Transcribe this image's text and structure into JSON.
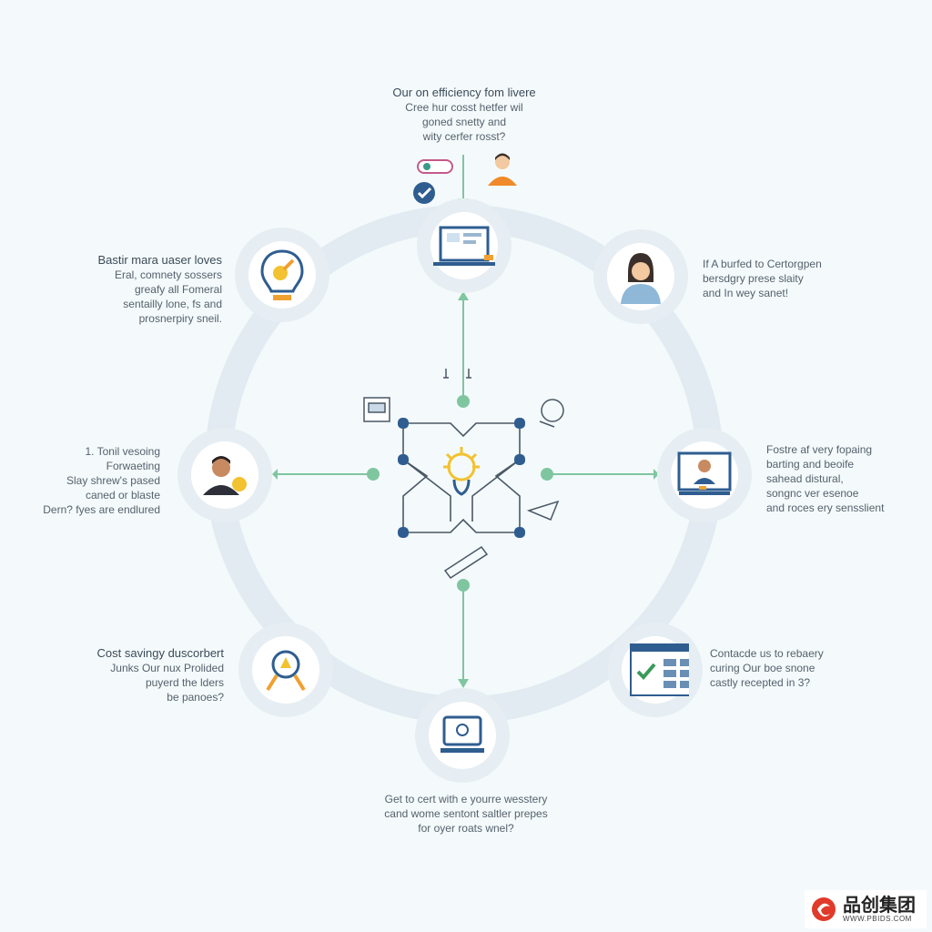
{
  "top": {
    "heading": "Our on efficiency fom livere",
    "lines": [
      "Cree hur cosst hetfer wil",
      "goned snetty and",
      "wity cerfer rosst?"
    ]
  },
  "upper_left": {
    "heading": "Bastir mara uaser loves",
    "lines": [
      "Eral, comnety sossers",
      "greafy all Fomeral",
      "sentailly lone, fs and",
      "prosnerpiry sneil."
    ]
  },
  "upper_right": {
    "lines": [
      "If A burfed to Certorgpen",
      "bersdgry prese slaity",
      "and In wey sanet!"
    ]
  },
  "left": {
    "lines": [
      "1. Tonil vesoing",
      "Forwaeting",
      "Slay shrew's pased",
      "caned or blaste",
      "Dern? fyes are endlured"
    ]
  },
  "right": {
    "lines": [
      "Fostre af very fopaing",
      "barting and beoife",
      "sahead distural,",
      "songnc ver esenoe",
      "and roces ery sensslient"
    ]
  },
  "lower_left": {
    "heading": "Cost savingy duscorbert",
    "lines": [
      "Junks Our nux Prolided",
      "puyerd the lders",
      "be panoes?"
    ]
  },
  "lower_right": {
    "lines": [
      "Contacde us to rebaery",
      "curing Our boe snone",
      "castly recepted in 3?"
    ]
  },
  "bottom": {
    "lines": [
      "Get to cert with e yourre wesstery",
      "cand wome sentont saltler prepes",
      "for oyer roats wnel?"
    ]
  },
  "watermark": {
    "name": "品创集团",
    "url": "WWW.PBIDS.COM"
  },
  "colors": {
    "ring": "#e1ebf1",
    "node": "#e6eef3",
    "connector": "#7fc6a0",
    "accent_blue": "#3d6aa3",
    "accent_orange": "#f0a030",
    "accent_yellow": "#f2c230"
  }
}
